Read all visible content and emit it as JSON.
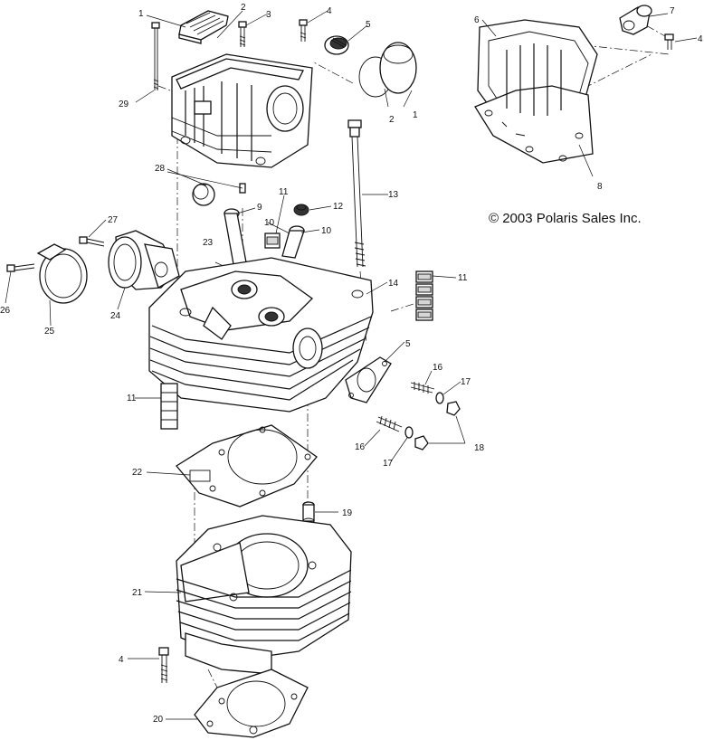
{
  "copyright": "© 2003 Polaris Sales Inc.",
  "callouts": [
    {
      "id": "c1",
      "text": "1"
    },
    {
      "id": "c2",
      "text": "2"
    },
    {
      "id": "c3",
      "text": "3"
    },
    {
      "id": "c4a",
      "text": "4"
    },
    {
      "id": "c5a",
      "text": "5"
    },
    {
      "id": "c1b",
      "text": "1"
    },
    {
      "id": "c2b",
      "text": "2"
    },
    {
      "id": "c29",
      "text": "29"
    },
    {
      "id": "c6",
      "text": "6"
    },
    {
      "id": "c7",
      "text": "7"
    },
    {
      "id": "c4b",
      "text": "4"
    },
    {
      "id": "c8",
      "text": "8"
    },
    {
      "id": "c28",
      "text": "28"
    },
    {
      "id": "c9",
      "text": "9"
    },
    {
      "id": "c11a",
      "text": "11"
    },
    {
      "id": "c12",
      "text": "12"
    },
    {
      "id": "c13",
      "text": "13"
    },
    {
      "id": "c10a",
      "text": "10"
    },
    {
      "id": "c10b",
      "text": "10"
    },
    {
      "id": "c23",
      "text": "23"
    },
    {
      "id": "c27",
      "text": "27"
    },
    {
      "id": "c26",
      "text": "26"
    },
    {
      "id": "c25",
      "text": "25"
    },
    {
      "id": "c24",
      "text": "24"
    },
    {
      "id": "c14",
      "text": "14"
    },
    {
      "id": "c11b",
      "text": "11"
    },
    {
      "id": "c5b",
      "text": "5"
    },
    {
      "id": "c16a",
      "text": "16"
    },
    {
      "id": "c17a",
      "text": "17"
    },
    {
      "id": "c11c",
      "text": "11"
    },
    {
      "id": "c16b",
      "text": "16"
    },
    {
      "id": "c17b",
      "text": "17"
    },
    {
      "id": "c18",
      "text": "18"
    },
    {
      "id": "c22",
      "text": "22"
    },
    {
      "id": "c19",
      "text": "19"
    },
    {
      "id": "c21",
      "text": "21"
    },
    {
      "id": "c4c",
      "text": "4"
    },
    {
      "id": "c20",
      "text": "20"
    }
  ]
}
